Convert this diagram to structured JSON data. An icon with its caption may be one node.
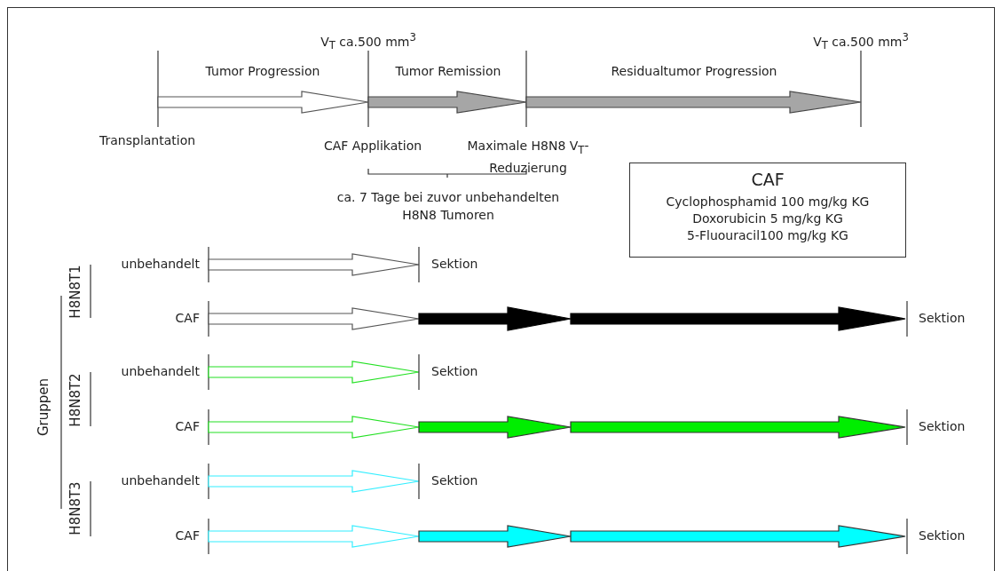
{
  "diagram": {
    "nodes": [
      {
        "text": [
          "CAF",
          "Cyclophosphamid 100 mg/kg KG",
          "Doxorubicin 5 mg/kg KG",
          "5-Fluouracil100 mg/kg KG"
        ]
      }
    ],
    "labels": [
      "V$_{T}$ ca.500 mm$^{3}$",
      "V$_{T}$ ca.500 mm$^{3}$",
      "Tumor Progression",
      "Tumor Remission",
      "Residualtumor Progression",
      "Transplantation",
      "CAF Applikation",
      "Maximale H8N8 V$_{T}$-Reduzierung",
      "ca. 7 Tage bei zuvor unbehandelten H8N8 Tumoren",
      "Gruppen",
      "H8N8T1",
      "H8N8T2",
      "H8N8T3",
      "unbehandelt",
      "Sektion",
      "CAF",
      "Sektion",
      "unbehandelt",
      "Sektion",
      "CAF",
      "Sektion",
      "unbehandelt",
      "Sektion",
      "CAF",
      "Sektion"
    ]
  }
}
